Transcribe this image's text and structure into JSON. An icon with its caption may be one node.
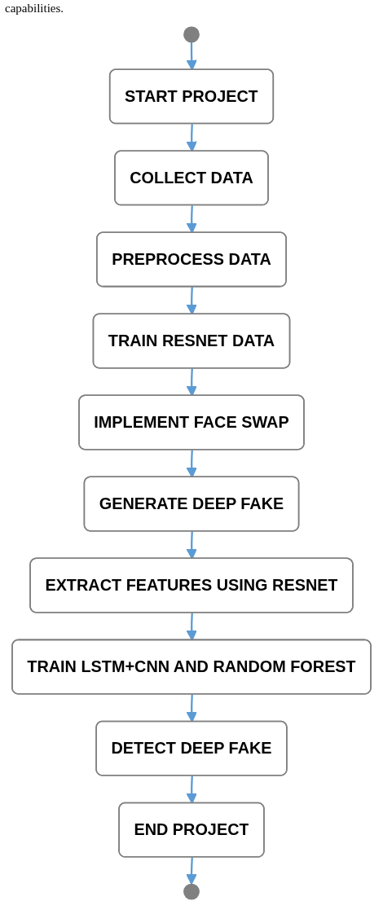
{
  "diagram": {
    "nodes": [
      {
        "text": [],
        "shape": "circle"
      },
      {
        "text": [
          "START PROJECT"
        ]
      },
      {
        "text": [
          "COLLECT DATA"
        ]
      },
      {
        "text": [
          "PREPROCESS DATA"
        ]
      },
      {
        "text": [
          "TRAIN RESNET DATA"
        ]
      },
      {
        "text": [
          "IMPLEMENT FACE SWAP"
        ]
      },
      {
        "text": [
          "GENERATE DEEP FAKE"
        ]
      },
      {
        "text": [
          "EXTRACT FEATURES USING RESNET"
        ]
      },
      {
        "text": [
          "TRAIN LSTM+CNN AND RANDOM FOREST"
        ]
      },
      {
        "text": [
          "DETECT DEEP FAKE"
        ]
      },
      {
        "text": [
          "END PROJECT"
        ]
      },
      {
        "text": [],
        "shape": "circle"
      }
    ],
    "edges": [
      {
        "from": 0,
        "to": 1,
        "arrow": "to"
      },
      {
        "from": 1,
        "to": 2,
        "arrow": "to"
      },
      {
        "from": 2,
        "to": 3,
        "arrow": "to"
      },
      {
        "from": 3,
        "to": 4,
        "arrow": "to"
      },
      {
        "from": 4,
        "to": 5,
        "arrow": "to"
      },
      {
        "from": 5,
        "to": 6,
        "arrow": "to"
      },
      {
        "from": 6,
        "to": 7,
        "arrow": "to"
      },
      {
        "from": 7,
        "to": 8,
        "arrow": "to"
      },
      {
        "from": 8,
        "to": 9,
        "arrow": "to"
      },
      {
        "from": 9,
        "to": 10,
        "arrow": "to"
      },
      {
        "from": 10,
        "to": 11,
        "arrow": "to"
      }
    ],
    "labels": [
      "capabilities."
    ]
  }
}
